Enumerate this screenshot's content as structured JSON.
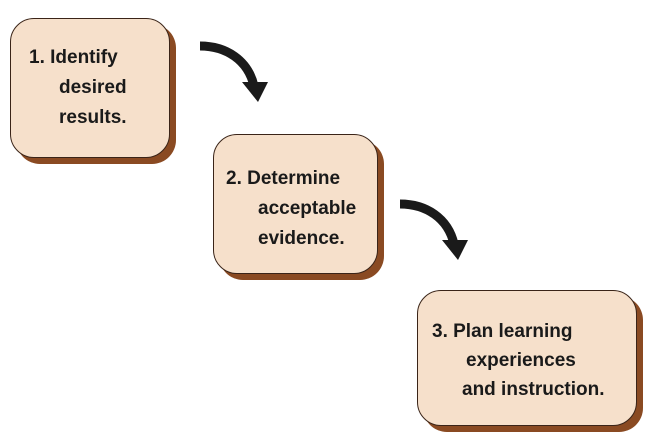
{
  "steps": [
    {
      "lines": [
        "1. Identify",
        "desired",
        "results."
      ]
    },
    {
      "lines": [
        "2. Determine",
        "acceptable",
        "evidence."
      ]
    },
    {
      "lines": [
        "3. Plan learning",
        "experiences",
        "and instruction."
      ]
    }
  ],
  "colors": {
    "box_fill": "#f6e0cb",
    "box_shadow": "#8a4a22",
    "box_border": "#3a2418",
    "arrow": "#1a1a1a",
    "text": "#1a1a1a"
  },
  "icons": {
    "arrow": "curved-arrow-down-right-icon"
  }
}
